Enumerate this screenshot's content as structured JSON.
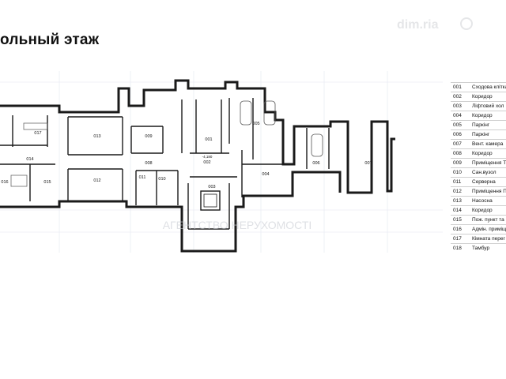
{
  "page": {
    "title": "ольный этаж"
  },
  "plan": {
    "rooms": [
      {
        "id": "r001",
        "label": "001"
      },
      {
        "id": "r002",
        "label": "002"
      },
      {
        "id": "r003",
        "label": "003"
      },
      {
        "id": "r004",
        "label": "004"
      },
      {
        "id": "r005",
        "label": "005"
      },
      {
        "id": "r006",
        "label": "006"
      },
      {
        "id": "r007",
        "label": "007"
      },
      {
        "id": "r008",
        "label": "008"
      },
      {
        "id": "r009",
        "label": "009"
      },
      {
        "id": "r010",
        "label": "010"
      },
      {
        "id": "r011",
        "label": "011"
      },
      {
        "id": "r012",
        "label": "012"
      },
      {
        "id": "r013",
        "label": "013"
      },
      {
        "id": "r014",
        "label": "014"
      },
      {
        "id": "r015",
        "label": "015"
      },
      {
        "id": "r016",
        "label": "016"
      },
      {
        "id": "r017",
        "label": "017"
      }
    ],
    "level_mark": "-4,180"
  },
  "legend": [
    {
      "code": "001",
      "name": "Сходова клітка"
    },
    {
      "code": "002",
      "name": "Коридор"
    },
    {
      "code": "003",
      "name": "Ліфтовий хол"
    },
    {
      "code": "004",
      "name": "Коридор"
    },
    {
      "code": "005",
      "name": "Паркінг"
    },
    {
      "code": "006",
      "name": "Паркінг"
    },
    {
      "code": "007",
      "name": "Вент. камера"
    },
    {
      "code": "008",
      "name": "Коридор"
    },
    {
      "code": "009",
      "name": "Приміщення Т"
    },
    {
      "code": "010",
      "name": "Сан.вузол"
    },
    {
      "code": "011",
      "name": "Серверна"
    },
    {
      "code": "012",
      "name": "Приміщення П"
    },
    {
      "code": "013",
      "name": "Насосна"
    },
    {
      "code": "014",
      "name": "Коридор"
    },
    {
      "code": "015",
      "name": "Пож. пункт та"
    },
    {
      "code": "016",
      "name": "Адмін. приміщ"
    },
    {
      "code": "017",
      "name": "Кімната перег"
    },
    {
      "code": "018",
      "name": "Тамбур"
    }
  ],
  "watermark": {
    "brand": "dim.ria",
    "center": "АГЕНТСТВО НЕРУХОМОСТІ"
  },
  "colors": {
    "wall": "#1a1a1a",
    "grid": "#e3e6f0",
    "text": "#111111"
  }
}
